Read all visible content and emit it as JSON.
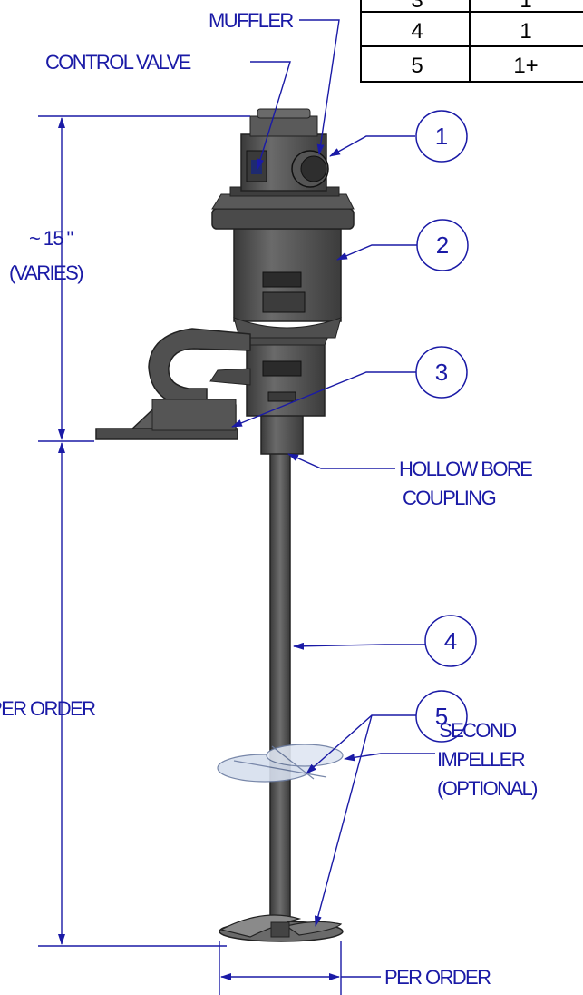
{
  "parts_table": {
    "rows": [
      {
        "item": "3",
        "qty": "1"
      },
      {
        "item": "4",
        "qty": "1"
      },
      {
        "item": "5",
        "qty": "1+"
      }
    ]
  },
  "labels": {
    "muffler": "MUFFLER",
    "control_valve": "CONTROL VALVE",
    "height_dim_1": "~ 15 \"",
    "height_dim_2": "(VARIES)",
    "hollow_bore_1": "HOLLOW BORE",
    "hollow_bore_2": "COUPLING",
    "shaft_length": "PER ORDER",
    "second_impeller_1": "SECOND",
    "second_impeller_2": "IMPELLER",
    "second_impeller_3": "(OPTIONAL)",
    "impeller_diameter": "PER ORDER"
  },
  "balloons": [
    "1",
    "2",
    "3",
    "4",
    "5"
  ],
  "colors": {
    "annotation": "#1a1aa6",
    "body_dark": "#4a4a4a",
    "body_mid": "#5c5c5c",
    "impeller_glass": "#c9d6ea"
  }
}
